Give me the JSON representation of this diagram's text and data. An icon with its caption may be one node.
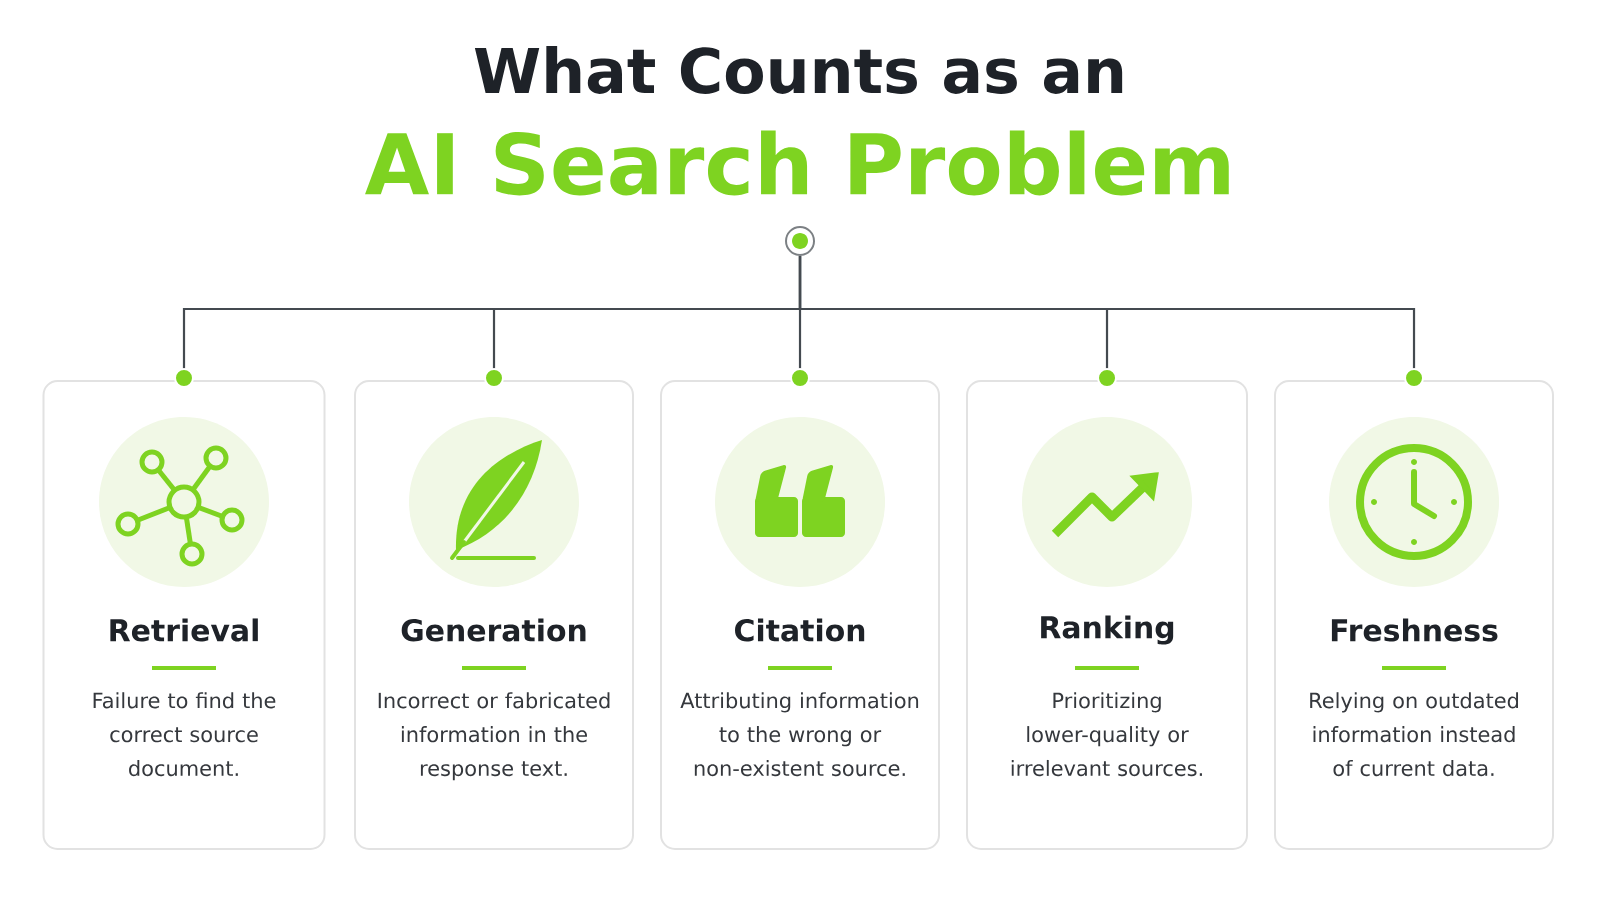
{
  "diagram": {
    "title": "What Counts as an",
    "labels": [
      "AI Search Problem"
    ],
    "nodes": [
      {
        "text": [],
        "shape": "circle"
      },
      {
        "text": [
          "Retrieval",
          "Failure to find the correct source document."
        ]
      },
      {
        "text": [
          "Generation",
          "Incorrect or fabricated information in the response text."
        ]
      },
      {
        "text": [
          "Citation",
          "Attributing information to the wrong or non-existent source."
        ]
      },
      {
        "text": [
          "Ranking",
          "Prioritizing lower-quality or irrelevant sources."
        ]
      },
      {
        "text": [
          "Freshness",
          "Relying on outdated information instead of current data."
        ]
      }
    ],
    "edges": [
      {
        "from": 0,
        "to": 1,
        "arrow": "other"
      },
      {
        "from": 0,
        "to": 2,
        "arrow": "other"
      },
      {
        "from": 0,
        "to": 3,
        "arrow": "other"
      },
      {
        "from": 0,
        "to": 4,
        "arrow": "other"
      },
      {
        "from": 0,
        "to": 5,
        "arrow": "other"
      }
    ]
  }
}
